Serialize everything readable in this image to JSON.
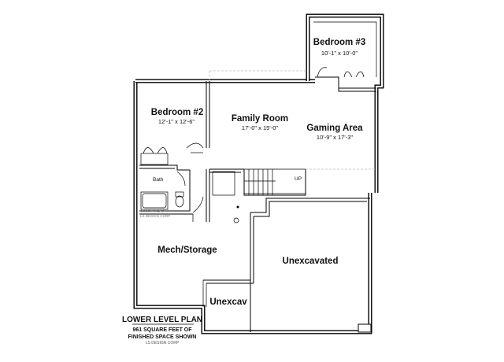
{
  "rooms": {
    "bedroom3": {
      "name": "Bedroom #3",
      "dims": "10'-1\" x 10'-0\""
    },
    "bedroom2": {
      "name": "Bedroom #2",
      "dims": "12'-1\" x 12'-6\""
    },
    "family_room": {
      "name": "Family Room",
      "dims": "17'-0\" x 15'-0\""
    },
    "gaming_area": {
      "name": "Gaming Area",
      "dims": "10'-9\" x 17'-3\""
    },
    "bath": {
      "name": "Bath"
    },
    "mech_storage": {
      "name": "Mech/Storage"
    },
    "unexcavated": {
      "name": "Unexcavated"
    },
    "unexcav": {
      "name": "Unexcav"
    }
  },
  "stair_label": "UP",
  "copyright": {
    "line1": "©COPYRIGHT",
    "line2": "LS DESIGN CORP"
  },
  "plan_title": {
    "title": "LOWER LEVEL PLAN",
    "line1": "961 SQUARE FEET OF",
    "line2": "FINISHED SPACE SHOWN",
    "corp": "LS DESIGN CORP"
  }
}
